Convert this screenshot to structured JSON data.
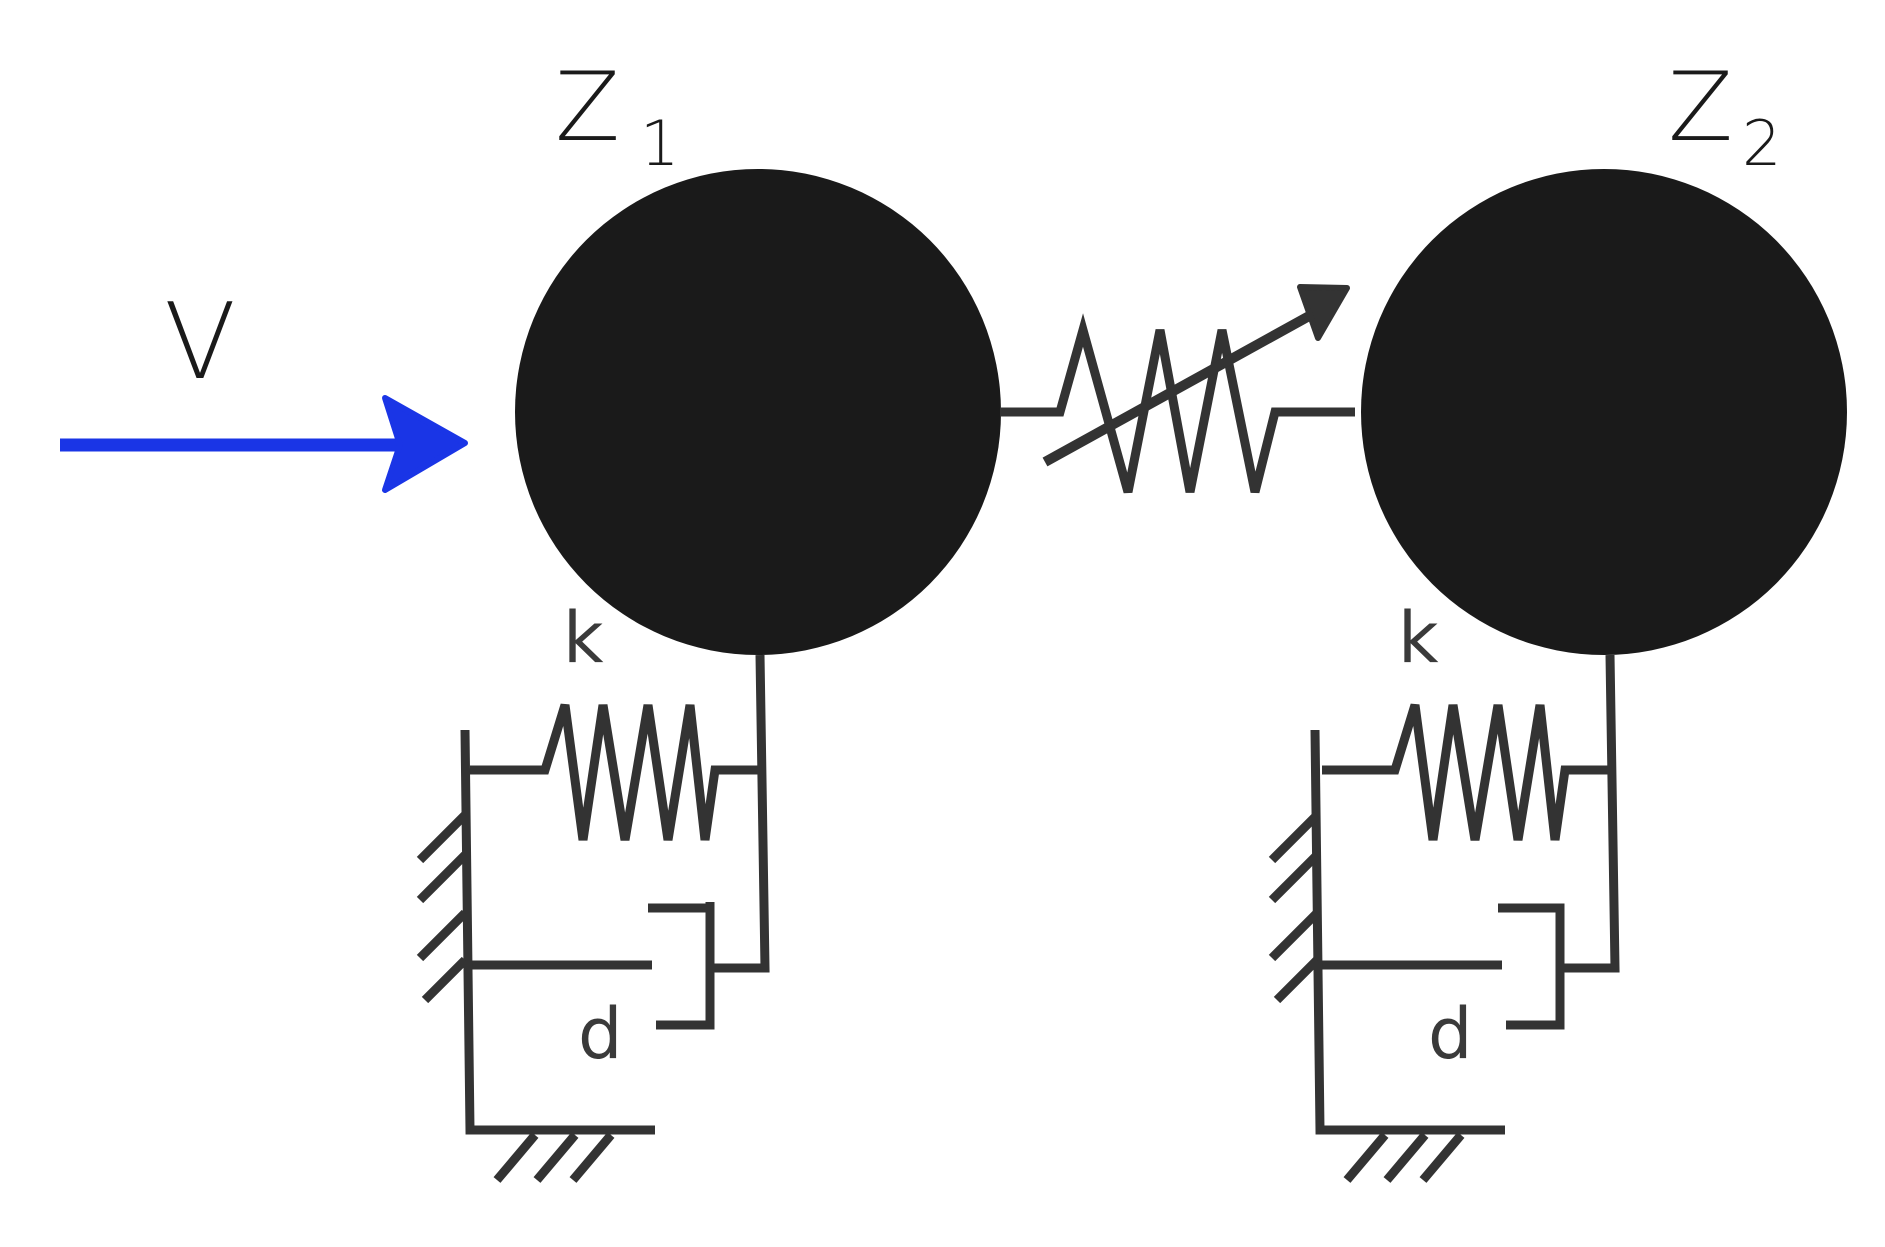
{
  "labels": {
    "input": "V",
    "mass1_letter": "Z",
    "mass1_index": "1",
    "mass2_letter": "Z",
    "mass2_index": "2",
    "spring1": "k",
    "damper1": "d",
    "spring2": "k",
    "damper2": "d"
  },
  "colors": {
    "mass": "#1a1a1a",
    "line": "#333333",
    "input_arrow": "#1a35e6",
    "background": "#ffffff"
  },
  "icons": {
    "input": "arrow-right-icon",
    "coupling": "variable-spring-icon",
    "ground": "ground-hatch-icon"
  }
}
